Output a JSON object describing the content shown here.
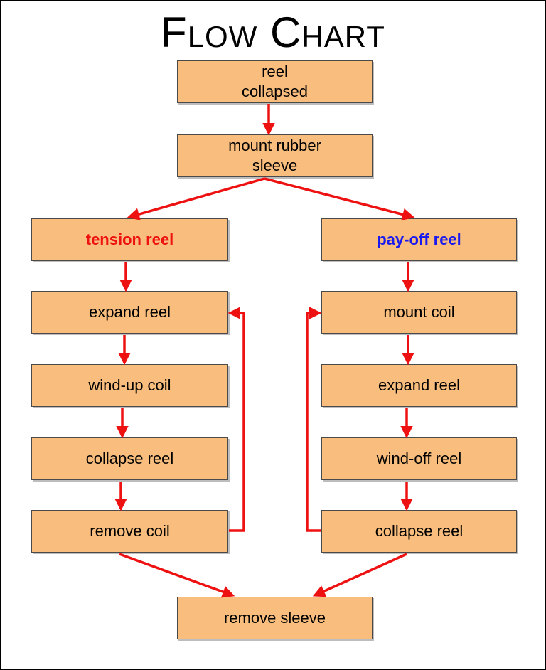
{
  "title": "Flow Chart",
  "colors": {
    "box_fill": "#f9be7d",
    "box_border": "#4a4a4a",
    "arrow": "#ee1111",
    "tension_label": "#ee1111",
    "payoff_label": "#1a1aee"
  },
  "nodes": {
    "reel_collapsed": "reel\ncollapsed",
    "mount_rubber_sleeve": "mount rubber\nsleeve",
    "tension_reel": "tension reel",
    "payoff_reel": "pay-off reel",
    "tension_expand_reel": "expand reel",
    "tension_windup_coil": "wind-up coil",
    "tension_collapse_reel": "collapse reel",
    "tension_remove_coil": "remove coil",
    "payoff_mount_coil": "mount coil",
    "payoff_expand_reel": "expand reel",
    "payoff_windoff_reel": "wind-off reel",
    "payoff_collapse_reel": "collapse reel",
    "remove_sleeve": "remove sleeve"
  }
}
